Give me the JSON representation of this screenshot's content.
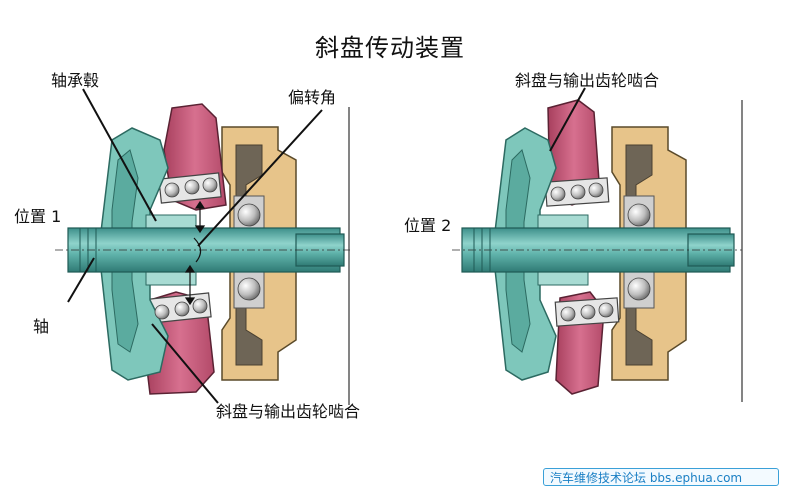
{
  "title": "斜盘传动装置",
  "labels": {
    "hub": "轴承毂",
    "deflection_angle": "偏转角",
    "mesh_top_right": "斜盘与输出齿轮啮合",
    "mesh_bottom_left": "斜盘与输出齿轮啮合",
    "position_1": "位置  1",
    "position_2": "位置  2",
    "shaft": "轴"
  },
  "watermark": "汽车维修技术论坛 bbs.ephua.com",
  "colors": {
    "teal": "#7ec7bb",
    "teal_dark": "#3e8c80",
    "shaft": "#4fa6a0",
    "pink": "#c8587a",
    "pink_light": "#e7a9b8",
    "tan": "#e7c48a",
    "tan_dark": "#7a6a4a",
    "bearing": "#d9d9d9"
  }
}
